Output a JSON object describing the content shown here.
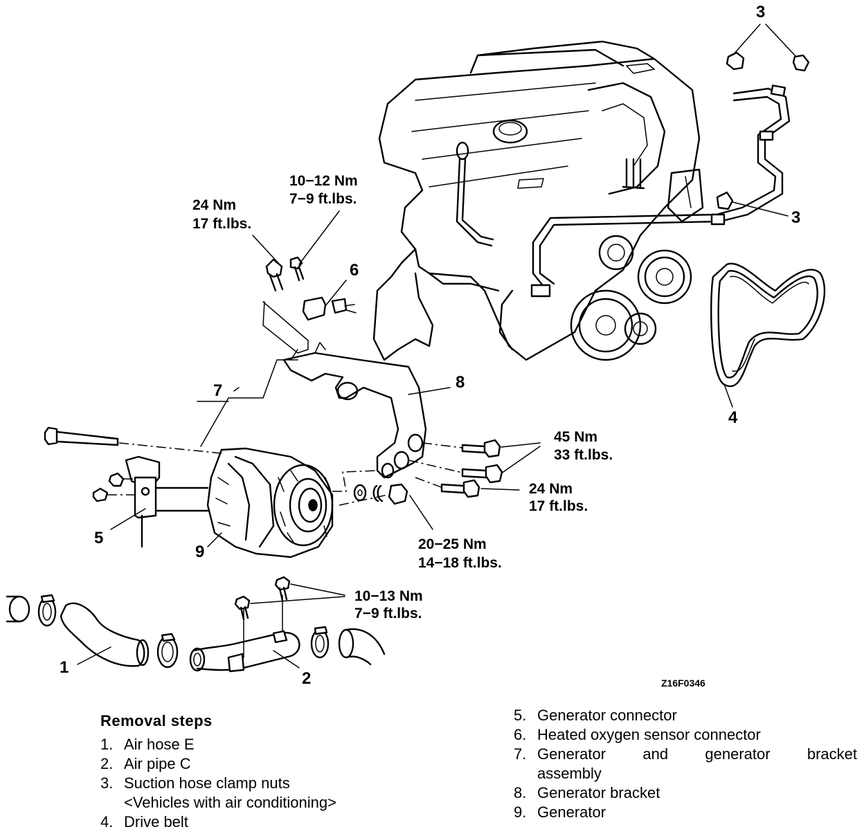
{
  "diagram": {
    "figure_code": "Z16F0346",
    "callouts": {
      "c1": "1",
      "c2": "2",
      "c3a": "3",
      "c3b": "3",
      "c4": "4",
      "c5": "5",
      "c6": "6",
      "c7": "7",
      "c8": "8",
      "c9": "9"
    },
    "torques": {
      "t_24_top": [
        "24 Nm",
        "17 ft.lbs."
      ],
      "t_10_12": [
        "10−12 Nm",
        "7−9 ft.lbs."
      ],
      "t_45": [
        "45 Nm",
        "33 ft.lbs."
      ],
      "t_24_right": [
        "24 Nm",
        "17 ft.lbs."
      ],
      "t_20_25": [
        "20−25 Nm",
        "14−18 ft.lbs."
      ],
      "t_10_13": [
        "10−13 Nm",
        "7−9 ft.lbs."
      ]
    }
  },
  "removal_steps": {
    "heading": "Removal steps",
    "left": [
      {
        "num": "1.",
        "text": "Air hose E"
      },
      {
        "num": "2.",
        "text": "Air pipe C"
      },
      {
        "num": "3.",
        "text": "Suction hose clamp nuts",
        "sub": "<Vehicles with air conditioning>"
      },
      {
        "num": "4.",
        "text": "Drive belt"
      }
    ],
    "right": [
      {
        "num": "5.",
        "text": "Generator connector"
      },
      {
        "num": "6.",
        "text": "Heated oxygen sensor connector"
      },
      {
        "num": "7.",
        "text": "Generator and generator bracket",
        "sub": "assembly"
      },
      {
        "num": "8.",
        "text": "Generator bracket"
      },
      {
        "num": "9.",
        "text": "Generator"
      }
    ]
  }
}
